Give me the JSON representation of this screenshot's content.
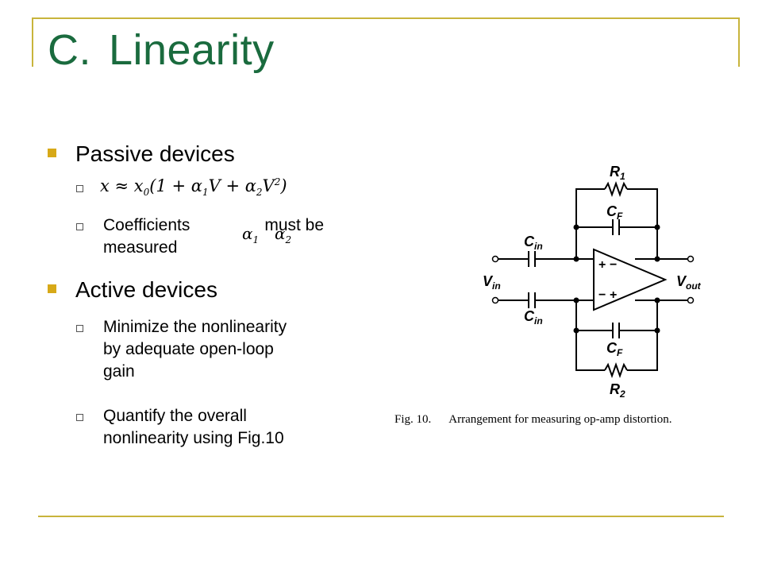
{
  "slide": {
    "title_number": "C.",
    "title_text": "Linearity"
  },
  "bullets": [
    {
      "label": "Passive devices",
      "sub": [
        {
          "text": "x ≈ x0(1+α1V+α2V²)"
        },
        {
          "text_before": "Coefficients",
          "text_after": "must be",
          "text_line2": "measured",
          "coef1": "α1",
          "coef2": "α2"
        }
      ]
    },
    {
      "label": "Active devices",
      "sub": [
        {
          "line1": "Minimize the nonlinearity",
          "line2": "by adequate open-loop",
          "line3": "gain"
        },
        {
          "line1": "Quantify the overall",
          "line2": "nonlinearity using Fig.10"
        }
      ]
    }
  ],
  "figure": {
    "caption_label": "Fig. 10.",
    "caption_text": "Arrangement for measuring op-amp distortion.",
    "labels": {
      "r1": "R",
      "r1_sub": "1",
      "r2": "R",
      "r2_sub": "2",
      "cf_top": "C",
      "cf_top_sub": "F",
      "cf_bottom": "C",
      "cf_bottom_sub": "F",
      "cin_top": "C",
      "cin_top_sub": "in",
      "cin_bottom": "C",
      "cin_bottom_sub": "in",
      "vin": "V",
      "vin_sub": "in",
      "vout": "V",
      "vout_sub": "out",
      "plus_top": "+",
      "minus_top": "−",
      "minus_bottom": "−",
      "plus_bottom": "+"
    }
  },
  "colors": {
    "title": "#1a6b3e",
    "bullet": "#d7a918",
    "frame": "#c8b43c"
  }
}
